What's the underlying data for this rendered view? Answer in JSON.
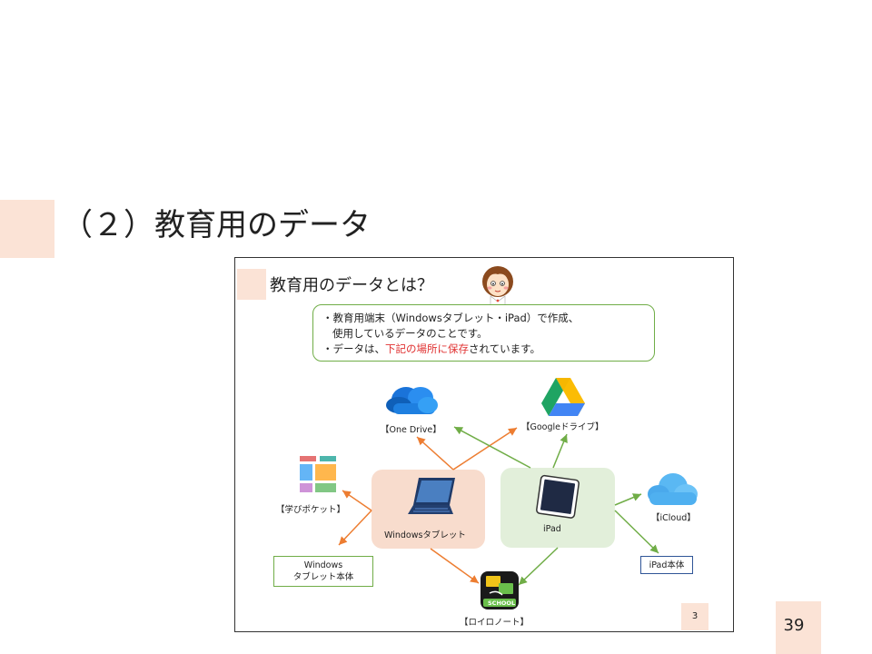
{
  "slide": {
    "title": "（２）教育用のデータ",
    "page_number": "39"
  },
  "embedded_slide": {
    "title": "教育用のデータとは？",
    "callout": {
      "line1": "・教育用端末（Windowsタブレット・iPad）で作成、",
      "line2": "使用しているデータのことです。",
      "line3_prefix": "・データは、",
      "line3_highlight": "下記の場所に保存",
      "line3_suffix": "されています。"
    },
    "nodes": {
      "one_drive": "【One Drive】",
      "google_drive": "【Googleドライブ】",
      "manabi_pocket": "【学びポケット】",
      "windows_tablet": "Windowsタブレット",
      "ipad": "iPad",
      "icloud": "【iCloud】",
      "windows_local_1": "Windows",
      "windows_local_2": "タブレット本体",
      "ipad_local": "iPad本体",
      "loilo_badge": "SCHOOL",
      "loilo": "【ロイロノート】"
    },
    "page_number": "3",
    "colors": {
      "orange_arrow": "#ed7d31",
      "green_arrow": "#70ad47",
      "accent_pink": "#fbe3d6"
    }
  }
}
